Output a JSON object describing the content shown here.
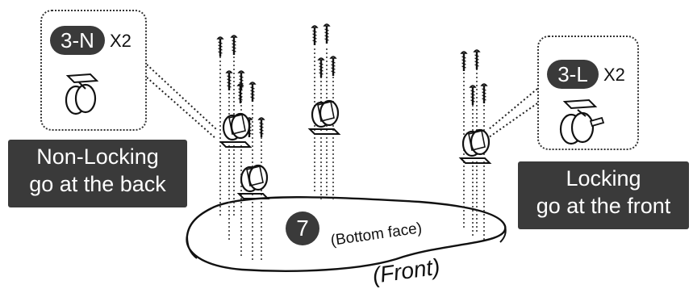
{
  "callouts": {
    "left": {
      "part_code": "3-N",
      "quantity": "X2"
    },
    "right": {
      "part_code": "3-L",
      "quantity": "X2"
    }
  },
  "banners": {
    "left": {
      "line1": "Non-Locking",
      "line2": "go at the back"
    },
    "right": {
      "line1": "Locking",
      "line2": "go at the front"
    }
  },
  "board": {
    "step_number": "7",
    "face_label": "(Bottom face)",
    "front_label": "(Front)"
  },
  "icons": [
    "screw-icon",
    "non-locking-caster-icon",
    "locking-caster-icon"
  ],
  "colors": {
    "label_bg": "#3a3a3a",
    "label_text": "#ffffff",
    "line_art": "#111111"
  }
}
